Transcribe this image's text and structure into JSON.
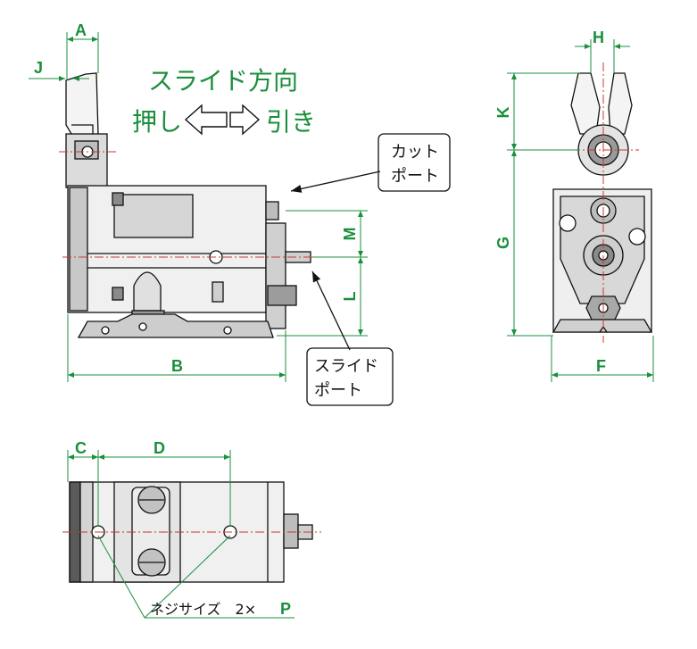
{
  "labels": {
    "A": "A",
    "J": "J",
    "B": "B",
    "M": "M",
    "L": "L",
    "H": "H",
    "K": "K",
    "G": "G",
    "F": "F",
    "C": "C",
    "D": "D"
  },
  "direction": {
    "title": "スライド方向",
    "push": "押し",
    "pull": "引き"
  },
  "callouts": {
    "cut_port_line1": "カット",
    "cut_port_line2": "ポート",
    "slide_port_line1": "スライド",
    "slide_port_line2": "ポート"
  },
  "screw": {
    "text": "ネジサイズ　2×",
    "symbol": "P"
  },
  "colors": {
    "dimension": "#1a8f3c",
    "centerline": "#d0342c",
    "outline": "#111111",
    "body_fill": "#e9e9e9",
    "dark_fill": "#3a3a3a"
  }
}
